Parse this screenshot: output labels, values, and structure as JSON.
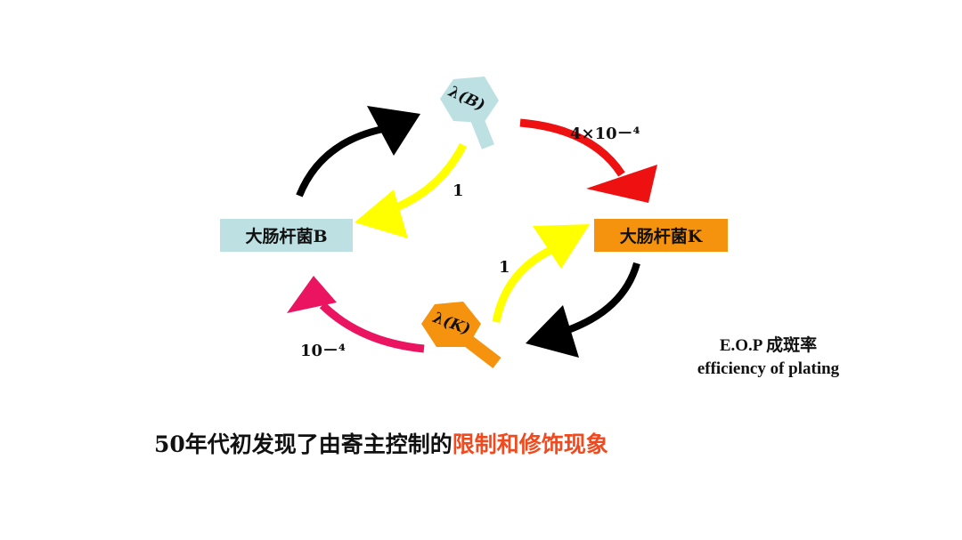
{
  "host_b": "大肠杆菌B",
  "host_k": "大肠杆菌K",
  "phage_b": "λ(B)",
  "phage_k": "λ(K)",
  "eop_b_on_k": "4×10－⁴",
  "eop_b_on_b": "1",
  "eop_k_on_k": "1",
  "eop_k_on_b": "10－⁴",
  "eop_title": "E.O.P 成斑率",
  "eop_subtitle": "efficiency of plating",
  "caption_main": "50年代初发现了由寄主控制的",
  "caption_highlight": "限制和修饰现象",
  "colors": {
    "host_b_fill": "#bde0e3",
    "host_k_fill": "#f5930f",
    "arrow_red": "#ee1111",
    "arrow_yellow": "#ffff00",
    "arrow_pink": "#ea1461",
    "arrow_black": "#000000",
    "highlight_text": "#f04a1e"
  }
}
